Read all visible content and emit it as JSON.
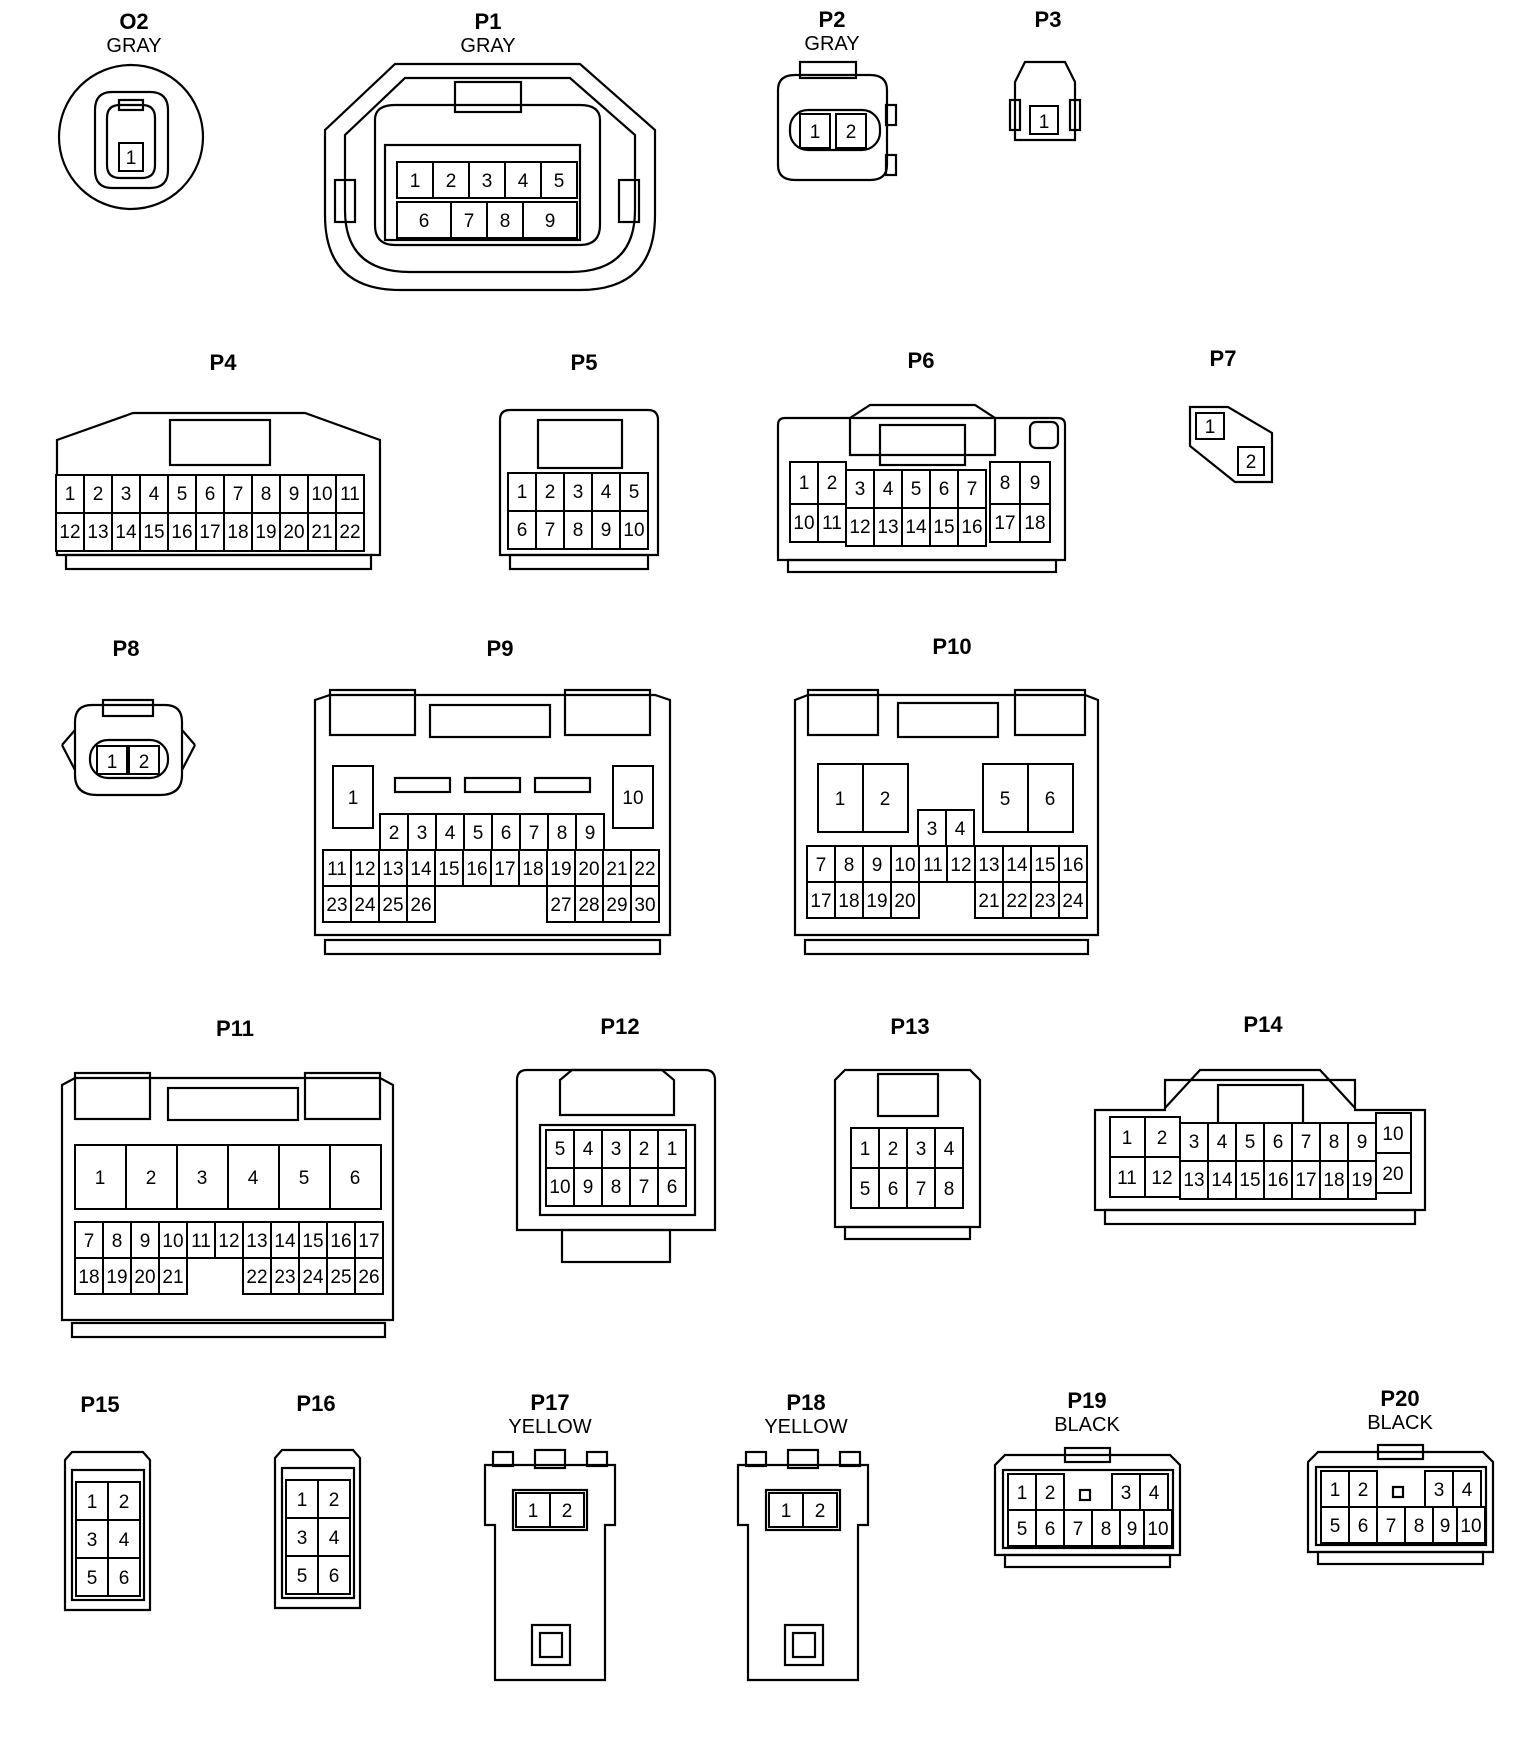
{
  "connectors": {
    "O2": {
      "title": "O2",
      "subtitle": "GRAY",
      "pins": [
        "1"
      ]
    },
    "P1": {
      "title": "P1",
      "subtitle": "GRAY",
      "pins": [
        "1",
        "2",
        "3",
        "4",
        "5",
        "6",
        "7",
        "8",
        "9"
      ]
    },
    "P2": {
      "title": "P2",
      "subtitle": "GRAY",
      "pins": [
        "1",
        "2"
      ]
    },
    "P3": {
      "title": "P3",
      "subtitle": "",
      "pins": [
        "1"
      ]
    },
    "P4": {
      "title": "P4",
      "subtitle": "",
      "pins": [
        "1",
        "2",
        "3",
        "4",
        "5",
        "6",
        "7",
        "8",
        "9",
        "10",
        "11",
        "12",
        "13",
        "14",
        "15",
        "16",
        "17",
        "18",
        "19",
        "20",
        "21",
        "22"
      ]
    },
    "P5": {
      "title": "P5",
      "subtitle": "",
      "pins": [
        "1",
        "2",
        "3",
        "4",
        "5",
        "6",
        "7",
        "8",
        "9",
        "10"
      ]
    },
    "P6": {
      "title": "P6",
      "subtitle": "",
      "pins": [
        "1",
        "2",
        "3",
        "4",
        "5",
        "6",
        "7",
        "8",
        "9",
        "10",
        "11",
        "12",
        "13",
        "14",
        "15",
        "16",
        "17",
        "18"
      ]
    },
    "P7": {
      "title": "P7",
      "subtitle": "",
      "pins": [
        "1",
        "2"
      ]
    },
    "P8": {
      "title": "P8",
      "subtitle": "",
      "pins": [
        "1",
        "2"
      ]
    },
    "P9": {
      "title": "P9",
      "subtitle": "",
      "pins": [
        "1",
        "2",
        "3",
        "4",
        "5",
        "6",
        "7",
        "8",
        "9",
        "10",
        "11",
        "12",
        "13",
        "14",
        "15",
        "16",
        "17",
        "18",
        "19",
        "20",
        "21",
        "22",
        "23",
        "24",
        "25",
        "26",
        "27",
        "28",
        "29",
        "30"
      ]
    },
    "P10": {
      "title": "P10",
      "subtitle": "",
      "pins": [
        "1",
        "2",
        "3",
        "4",
        "5",
        "6",
        "7",
        "8",
        "9",
        "10",
        "11",
        "12",
        "13",
        "14",
        "15",
        "16",
        "17",
        "18",
        "19",
        "20",
        "21",
        "22",
        "23",
        "24"
      ]
    },
    "P11": {
      "title": "P11",
      "subtitle": "",
      "pins": [
        "1",
        "2",
        "3",
        "4",
        "5",
        "6",
        "7",
        "8",
        "9",
        "10",
        "11",
        "12",
        "13",
        "14",
        "15",
        "16",
        "17",
        "18",
        "19",
        "20",
        "21",
        "22",
        "23",
        "24",
        "25",
        "26"
      ]
    },
    "P12": {
      "title": "P12",
      "subtitle": "",
      "pins": [
        "1",
        "2",
        "3",
        "4",
        "5",
        "6",
        "7",
        "8",
        "9",
        "10"
      ]
    },
    "P13": {
      "title": "P13",
      "subtitle": "",
      "pins": [
        "1",
        "2",
        "3",
        "4",
        "5",
        "6",
        "7",
        "8"
      ]
    },
    "P14": {
      "title": "P14",
      "subtitle": "",
      "pins": [
        "1",
        "2",
        "3",
        "4",
        "5",
        "6",
        "7",
        "8",
        "9",
        "10",
        "11",
        "12",
        "13",
        "14",
        "15",
        "16",
        "17",
        "18",
        "19",
        "20"
      ]
    },
    "P15": {
      "title": "P15",
      "subtitle": "",
      "pins": [
        "1",
        "2",
        "3",
        "4",
        "5",
        "6"
      ]
    },
    "P16": {
      "title": "P16",
      "subtitle": "",
      "pins": [
        "1",
        "2",
        "3",
        "4",
        "5",
        "6"
      ]
    },
    "P17": {
      "title": "P17",
      "subtitle": "YELLOW",
      "pins": [
        "1",
        "2"
      ]
    },
    "P18": {
      "title": "P18",
      "subtitle": "YELLOW",
      "pins": [
        "1",
        "2"
      ]
    },
    "P19": {
      "title": "P19",
      "subtitle": "BLACK",
      "pins": [
        "1",
        "2",
        "3",
        "4",
        "5",
        "6",
        "7",
        "8",
        "9",
        "10"
      ]
    },
    "P20": {
      "title": "P20",
      "subtitle": "BLACK",
      "pins": [
        "1",
        "2",
        "3",
        "4",
        "5",
        "6",
        "7",
        "8",
        "9",
        "10"
      ]
    }
  }
}
